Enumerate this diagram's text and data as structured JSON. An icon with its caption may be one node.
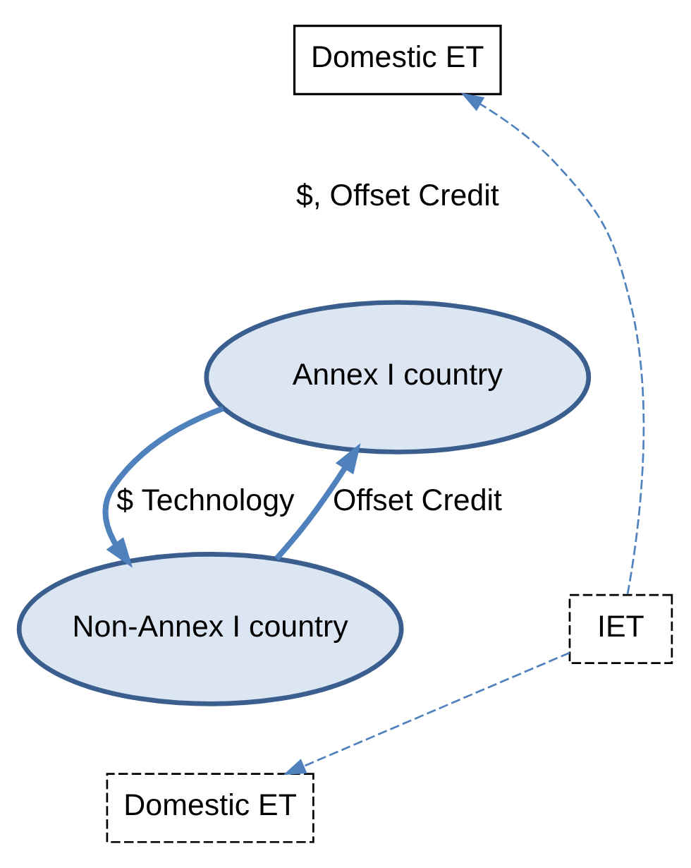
{
  "diagram": {
    "nodes": [
      {
        "text": [
          "Domestic ET"
        ]
      },
      {
        "text": [
          "Annex I country"
        ]
      },
      {
        "text": [
          "Non-Annex I country"
        ]
      },
      {
        "text": [
          "IET"
        ]
      },
      {
        "text": [
          "Domestic ET"
        ]
      }
    ],
    "edges": [
      {
        "from": 1,
        "to": 2,
        "arrow": "to",
        "label": "$ Technology",
        "style": "thick"
      },
      {
        "from": 2,
        "to": 1,
        "arrow": "to",
        "label": "Offset Credit",
        "style": "thick"
      },
      {
        "from": 3,
        "to": 0,
        "arrow": "to",
        "style": "dashed"
      },
      {
        "from": 3,
        "to": 4,
        "arrow": "to",
        "style": "dashed"
      }
    ],
    "labels": [
      "$, Offset Credit"
    ]
  }
}
